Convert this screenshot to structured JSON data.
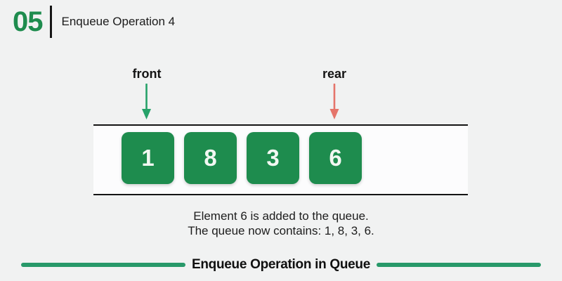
{
  "header": {
    "index_number": "05",
    "title": "Enqueue Operation 4"
  },
  "pointers": {
    "front": {
      "label": "front"
    },
    "rear": {
      "label": "rear"
    }
  },
  "queue": {
    "items": [
      "1",
      "8",
      "3",
      "6"
    ]
  },
  "caption": {
    "line1": "Element 6 is added to the queue.",
    "line2": "The queue now contains: 1, 8, 3, 6."
  },
  "footer": {
    "title": "Enqueue Operation in Queue"
  },
  "chart_note": "queue state after enqueue: front at index 0 (value 1), rear at index 3 (value 6)",
  "colors": {
    "background": "#f1f2f2",
    "brand_green": "#1e8c4e",
    "front_arrow_green": "#26a269",
    "rear_arrow_red": "#e5756b",
    "rule_green": "#28996a",
    "line_black": "#141414"
  }
}
